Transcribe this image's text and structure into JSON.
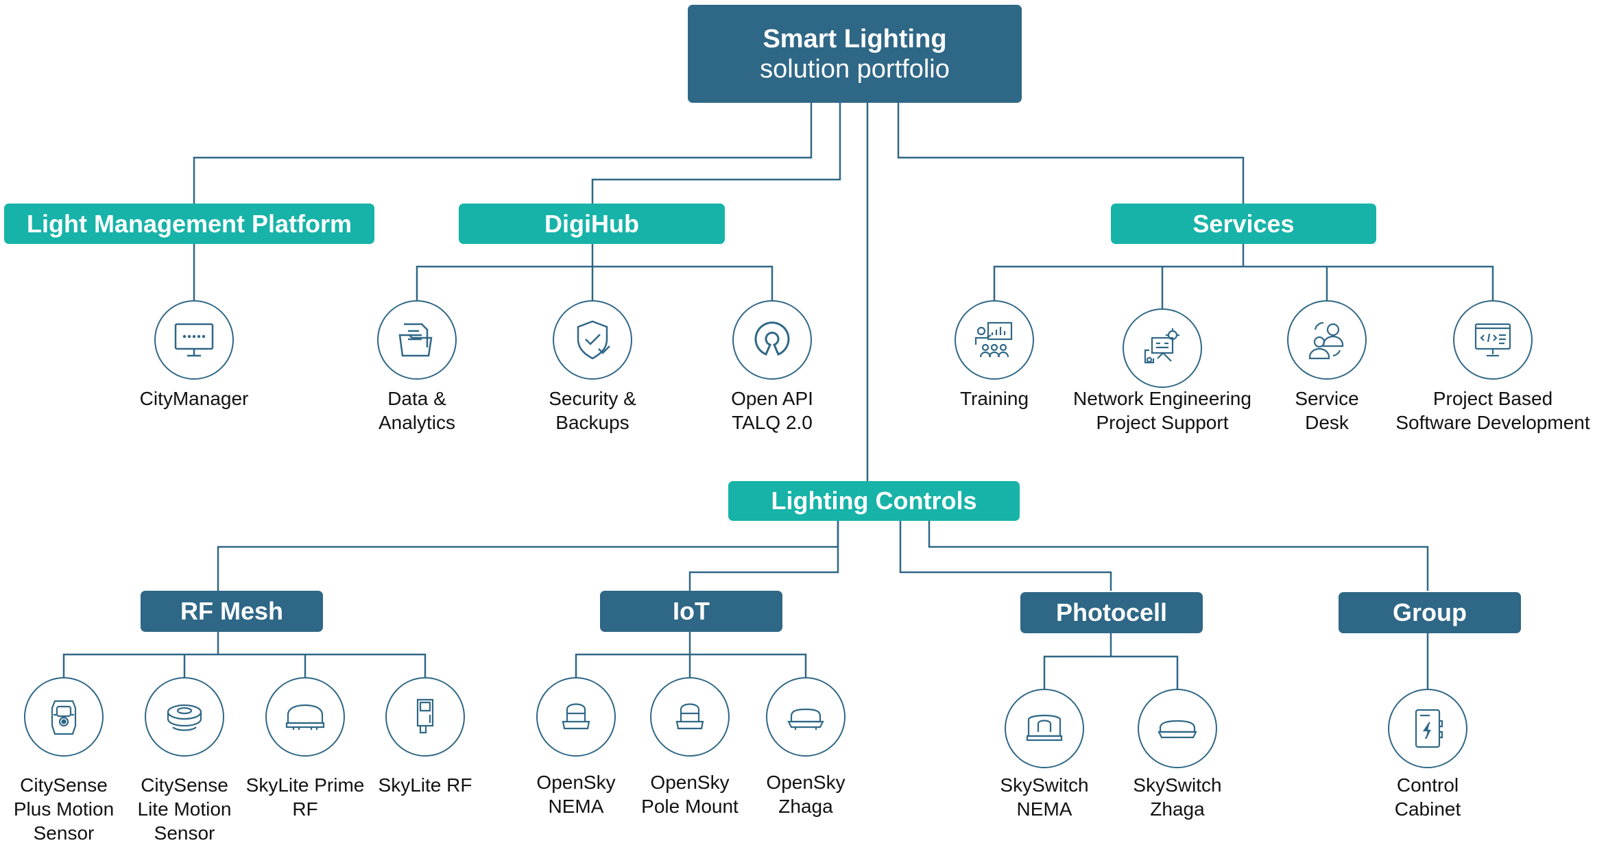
{
  "root": {
    "line1": "Smart Lighting",
    "line2": "solution portfolio"
  },
  "platform": {
    "title": "Light Management Platform",
    "items": [
      {
        "label": "CityManager",
        "icon": "monitor-icon"
      }
    ]
  },
  "digihub": {
    "title": "DigiHub",
    "items": [
      {
        "line1": "Data &",
        "line2": "Analytics",
        "icon": "folder-documents-icon"
      },
      {
        "line1": "Security &",
        "line2": "Backups",
        "icon": "shield-check-icon"
      },
      {
        "line1": "Open API",
        "line2": "TALQ 2.0",
        "icon": "open-source-icon"
      }
    ]
  },
  "services": {
    "title": "Services",
    "items": [
      {
        "line1": "Training",
        "line2": "",
        "icon": "training-presentation-icon"
      },
      {
        "line1": "Network Engineering",
        "line2": "Project Support",
        "icon": "network-engineering-icon"
      },
      {
        "line1": "Service",
        "line2": "Desk",
        "icon": "service-desk-users-icon"
      },
      {
        "line1": "Project Based",
        "line2": "Software Development",
        "icon": "code-monitor-icon"
      }
    ]
  },
  "controls": {
    "title": "Lighting Controls",
    "rf_mesh": {
      "title": "RF Mesh",
      "items": [
        {
          "lines": [
            "CitySense",
            "Plus Motion",
            "Sensor"
          ],
          "icon": "citysense-plus-icon"
        },
        {
          "lines": [
            "CitySense",
            "Lite Motion",
            "Sensor"
          ],
          "icon": "citysense-lite-icon"
        },
        {
          "lines": [
            "SkyLite Prime",
            "RF"
          ],
          "icon": "skylite-prime-icon"
        },
        {
          "lines": [
            "SkyLite RF"
          ],
          "icon": "skylite-rf-icon"
        }
      ]
    },
    "iot": {
      "title": "IoT",
      "items": [
        {
          "lines": [
            "OpenSky",
            "NEMA"
          ],
          "icon": "opensky-nema-icon"
        },
        {
          "lines": [
            "OpenSky",
            "Pole Mount"
          ],
          "icon": "opensky-pole-icon"
        },
        {
          "lines": [
            "OpenSky",
            "Zhaga"
          ],
          "icon": "opensky-zhaga-icon"
        }
      ]
    },
    "photocell": {
      "title": "Photocell",
      "items": [
        {
          "lines": [
            "SkySwitch",
            "NEMA"
          ],
          "icon": "skyswitch-nema-icon"
        },
        {
          "lines": [
            "SkySwitch",
            "Zhaga"
          ],
          "icon": "skyswitch-zhaga-icon"
        }
      ]
    },
    "group": {
      "title": "Group",
      "items": [
        {
          "lines": [
            "Control",
            "Cabinet"
          ],
          "icon": "control-cabinet-icon"
        }
      ]
    }
  },
  "colors": {
    "dark_box": "#2f6786",
    "teal_box": "#17b3a8",
    "line": "#2f6786"
  }
}
